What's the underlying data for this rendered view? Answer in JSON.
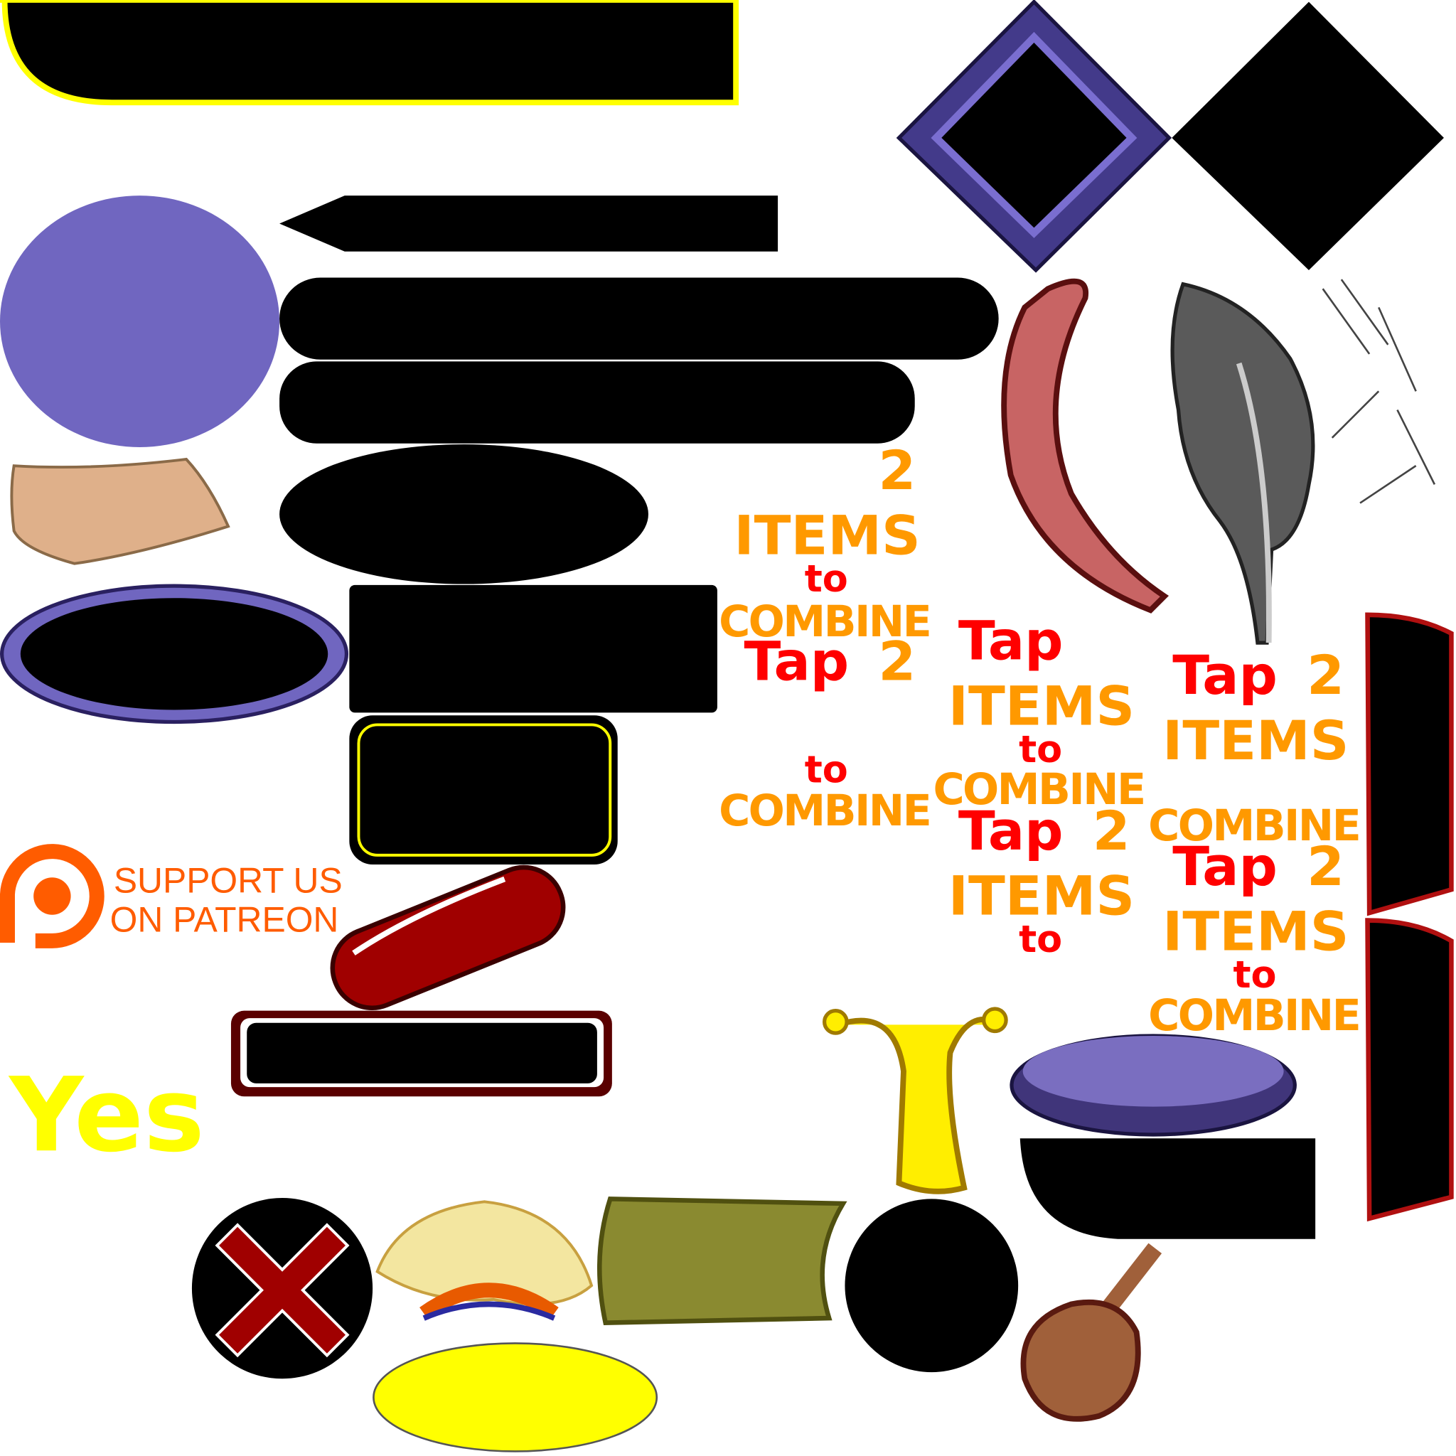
{
  "colors": {
    "orange": "#ff9900",
    "red": "#ff0000",
    "purple": "#7066c0",
    "yellow": "#ffff00",
    "patreon": "#ff5c00"
  },
  "block1": {
    "num": "2",
    "items": "ITEMS",
    "to": "to",
    "combine": "COMBINE",
    "tap": "Tap",
    "num2": "2",
    "to2": "to",
    "combine2": "COMBINE"
  },
  "block2": {
    "tap": "Tap",
    "items": "ITEMS",
    "to": "to",
    "combine": "COMBINE",
    "tap2": "Tap",
    "num2": "2",
    "items2": "ITEMS",
    "to2": "to"
  },
  "block3": {
    "tap": "Tap",
    "num": "2",
    "items": "ITEMS",
    "combine": "COMBINE",
    "tap2": "Tap",
    "num2": "2",
    "items2": "ITEMS",
    "to2": "to",
    "combine2": "COMBINE"
  },
  "patreon": {
    "line1": "SUPPORT US",
    "line2": "ON PATREON"
  },
  "yes_label": "Yes"
}
